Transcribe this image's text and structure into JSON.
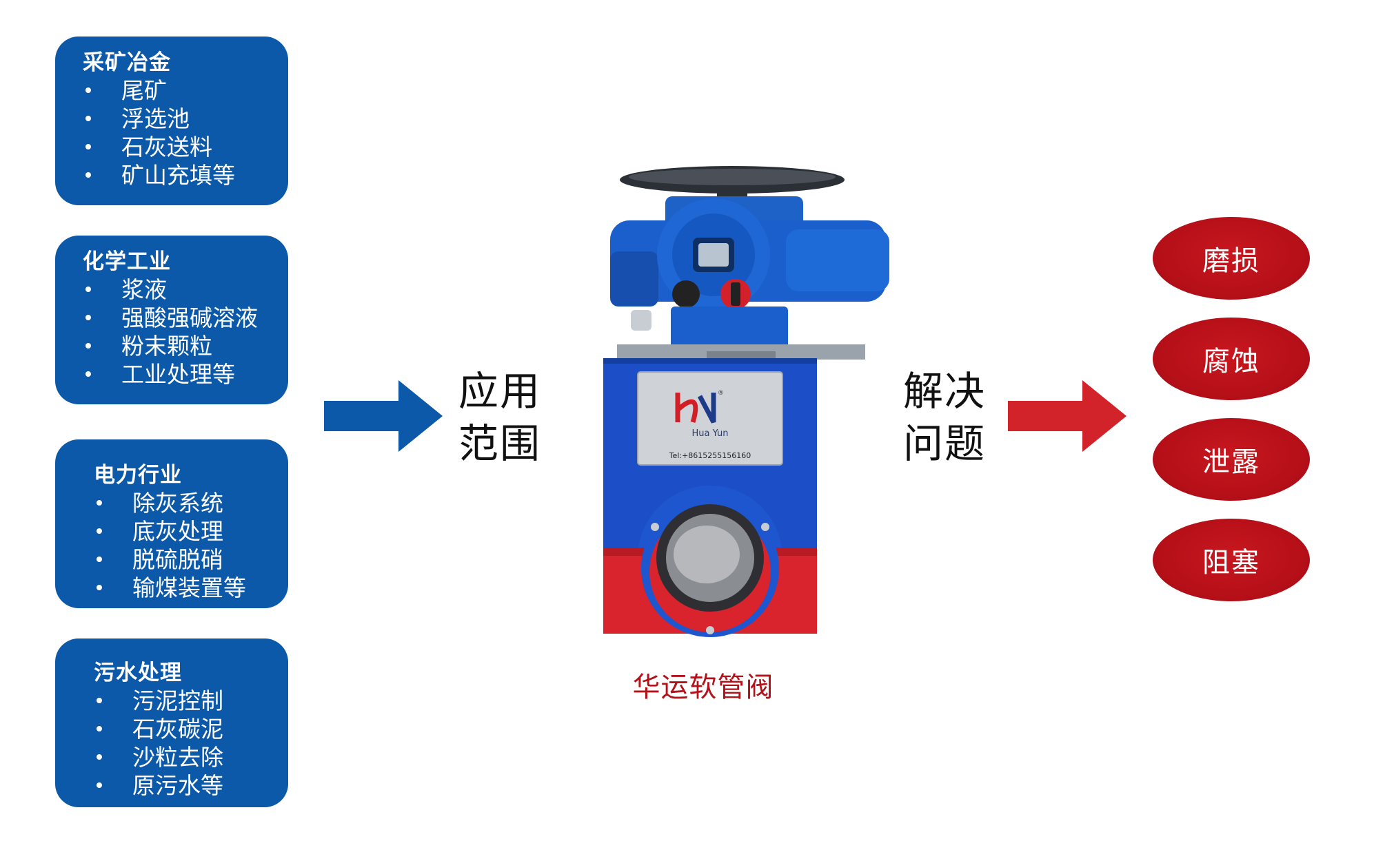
{
  "panels": [
    {
      "title": "采矿冶金",
      "items": [
        "尾矿",
        "浮选池",
        "石灰送料",
        "矿山充填等"
      ]
    },
    {
      "title": "化学工业",
      "items": [
        "浆液",
        "强酸强碱溶液",
        "粉末颗粒",
        "工业处理等"
      ]
    },
    {
      "title": "电力行业",
      "items": [
        "除灰系统",
        "底灰处理",
        "脱硫脱硝",
        "输煤装置等"
      ]
    },
    {
      "title": "污水处理",
      "items": [
        "污泥控制",
        "石灰碳泥",
        "沙粒去除",
        "原污水等"
      ]
    }
  ],
  "apply_label": {
    "line1": "应用",
    "line2": "范围"
  },
  "solve_label": {
    "line1": "解决",
    "line2": "问题"
  },
  "problems": [
    "磨损",
    "腐蚀",
    "泄露",
    "阻塞"
  ],
  "product": {
    "caption": "华运软管阀",
    "plate_brand": "Hua Yun",
    "plate_tel": "Tel:+8615255156160",
    "registered_mark": "®"
  },
  "colors": {
    "panel_blue": "#0b59a8",
    "accent_red": "#b50f18",
    "arrow_blue": "#0b59a8",
    "arrow_red": "#d2232a"
  }
}
